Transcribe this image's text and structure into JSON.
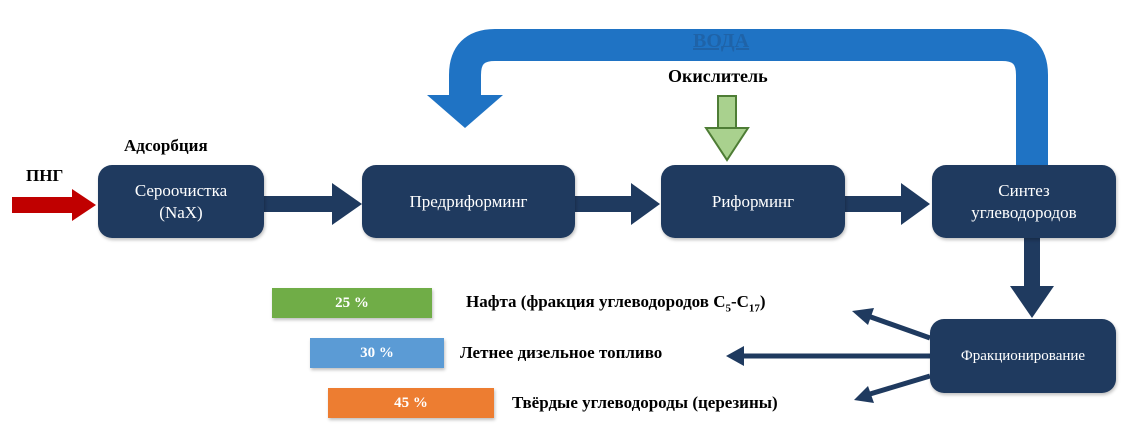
{
  "labels": {
    "png": "ПНГ",
    "adsorption": "Адсорбция",
    "water": "ВОДА",
    "oxidizer": "Окислитель"
  },
  "stages": {
    "desulfurization": "Сероочистка\n(NaX)",
    "prereforming": "Предриформинг",
    "reforming": "Риформинг",
    "synthesis": "Синтез\nуглеводородов",
    "fractionation": "Фракционирование"
  },
  "products": [
    {
      "percent": "25 %",
      "name_prefix": "Нафта (фракция углеводородов C",
      "sub1": "5",
      "mid": "-C",
      "sub2": "17",
      "suffix": ")",
      "color": "#70ad47"
    },
    {
      "percent": "30 %",
      "name_prefix": "Летнее дизельное топливо",
      "color": "#5b9bd5"
    },
    {
      "percent": "45 %",
      "name_prefix": "Твёрдые углеводороды (церезины)",
      "color": "#ed7d31"
    }
  ],
  "colors": {
    "box": "#1f3a5f",
    "water_arrow": "#1f73c4",
    "input_arrow": "#c00000",
    "oxidizer_arrow": "#a9d18e"
  }
}
